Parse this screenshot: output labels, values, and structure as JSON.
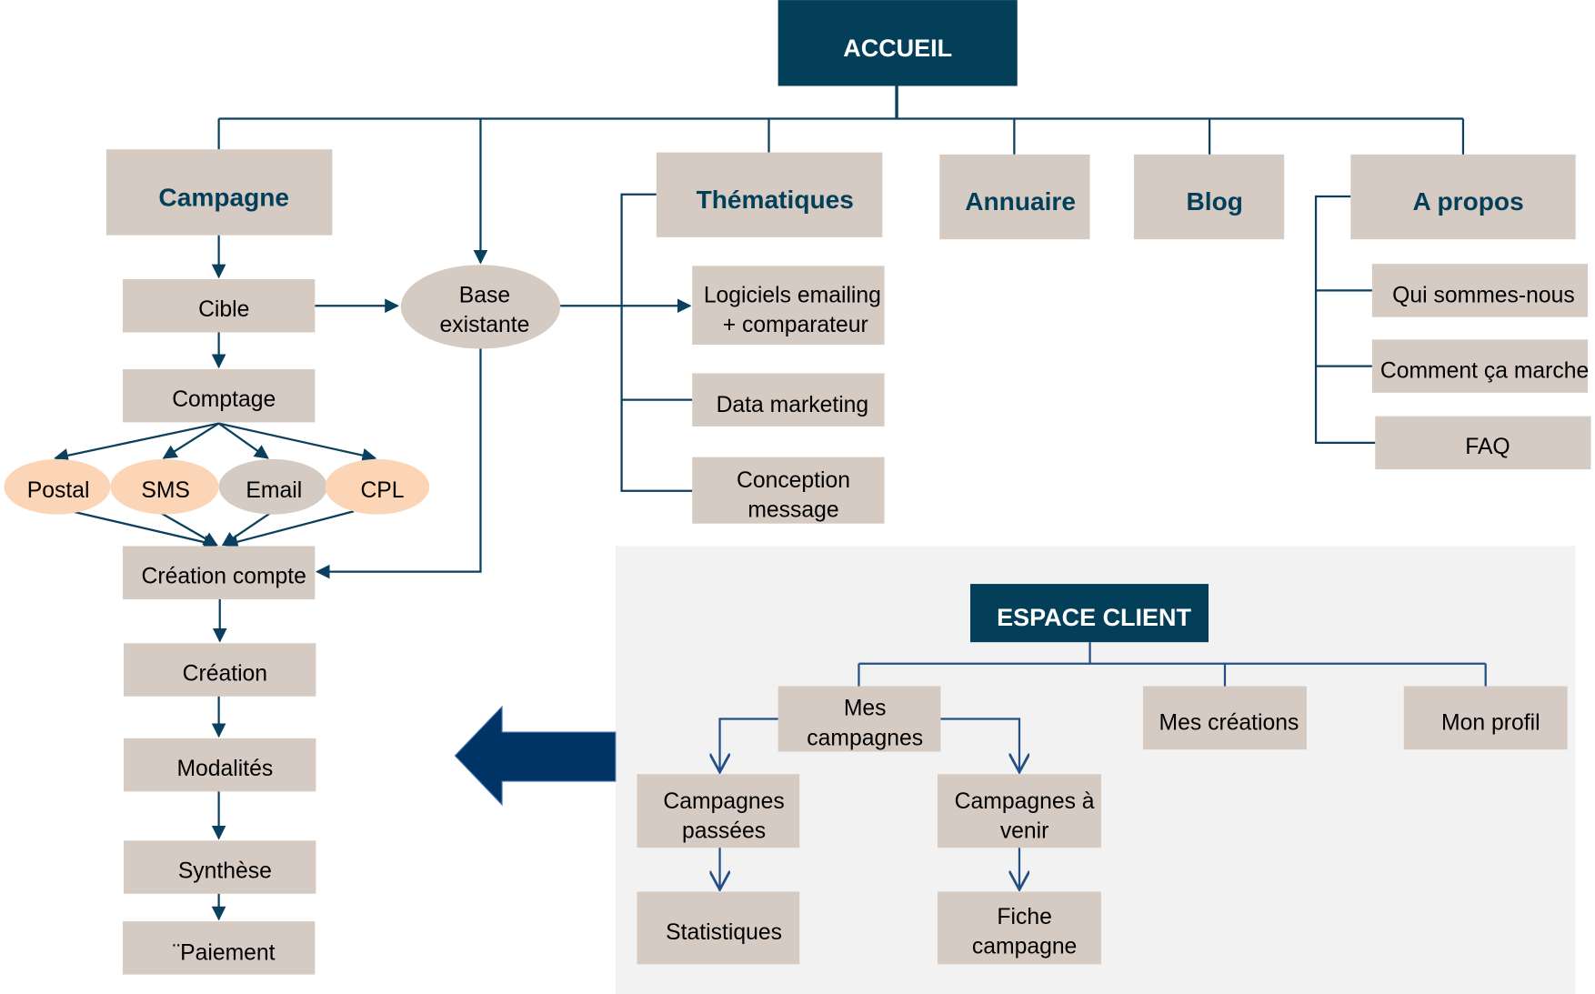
{
  "diagram": {
    "root": {
      "label": "ACCUEIL"
    },
    "sections": {
      "campagne": "Campagne",
      "thematiques": "Thématiques",
      "annuaire": "Annuaire",
      "blog": "Blog",
      "apropos": "A propos"
    },
    "campagne_flow": {
      "cible": "Cible",
      "comptage": "Comptage",
      "channels": [
        "Postal",
        "SMS",
        "Email",
        "CPL"
      ],
      "base_existante": [
        "Base",
        "existante"
      ],
      "creation_compte": "Création compte",
      "creation": "Création",
      "modalites": "Modalités",
      "synthese": "Synthèse",
      "paiement": "¨Paiement"
    },
    "thematiques_items": {
      "logiciels": [
        "Logiciels emailing",
        "+ comparateur"
      ],
      "data_marketing": "Data marketing",
      "conception": [
        "Conception",
        "message"
      ]
    },
    "apropos_items": [
      "Qui sommes-nous",
      "Comment ça marche",
      "FAQ"
    ],
    "espace_client": {
      "label": "ESPACE CLIENT",
      "mes_campagnes": [
        "Mes",
        "campagnes"
      ],
      "mes_creations": "Mes créations",
      "mon_profil": "Mon profil",
      "campagnes_passees": [
        "Campagnes",
        "passées"
      ],
      "campagnes_a_venir": [
        "Campagnes à",
        "venir"
      ],
      "statistiques": "Statistiques",
      "fiche_campagne": [
        "Fiche",
        "campagne"
      ]
    },
    "colors": {
      "header_fill": "#043f5a",
      "box_fill": "#d6cbc3",
      "channel_highlight": "#fbd5b5",
      "connector": "#0a3f5e",
      "panel_bg": "#f2f2f2",
      "big_arrow": "#003366"
    }
  }
}
